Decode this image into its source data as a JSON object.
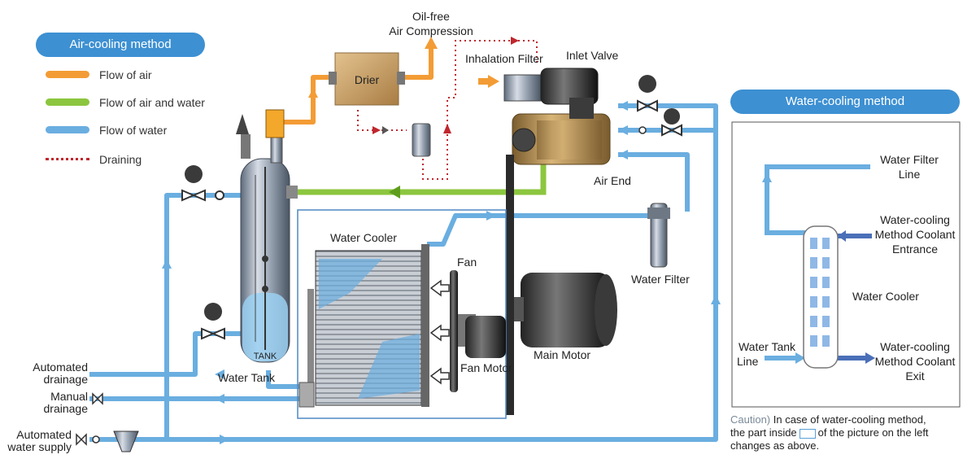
{
  "legend": {
    "title": "Air-cooling method",
    "items": [
      {
        "label": "Flow of air",
        "color": "#f39c35",
        "style": "solid"
      },
      {
        "label": "Flow of air and water",
        "color": "#8cc63f",
        "style": "solid"
      },
      {
        "label": "Flow of water",
        "color": "#6aaee0",
        "style": "solid"
      },
      {
        "label": "Draining",
        "color": "#c0262d",
        "style": "dotted"
      }
    ]
  },
  "labels": {
    "oil_free": "Oil-free",
    "air_compression": "Air Compression",
    "inhalation_filter": "Inhalation Filter",
    "inlet_valve": "Inlet Valve",
    "drier": "Drier",
    "air_end": "Air End",
    "water_cooler": "Water Cooler",
    "fan": "Fan",
    "fan_motor": "Fan Motor",
    "main_motor": "Main Motor",
    "water_filter": "Water Filter",
    "water_tank": "Water Tank",
    "tank": "TANK",
    "automated_drainage_1": "Automated",
    "automated_drainage_2": "drainage",
    "manual_drainage_1": "Manual",
    "manual_drainage_2": "drainage",
    "automated_supply_1": "Automated",
    "automated_supply_2": "water supply"
  },
  "water_cooling_panel": {
    "title": "Water-cooling method",
    "water_filter_line_1": "Water Filter",
    "water_filter_line_2": "Line",
    "coolant_entrance_1": "Water-cooling",
    "coolant_entrance_2": "Method Coolant",
    "coolant_entrance_3": "Entrance",
    "water_cooler": "Water Cooler",
    "water_tank_line_1": "Water Tank",
    "water_tank_line_2": "Line",
    "coolant_exit_1": "Water-cooling",
    "coolant_exit_2": "Method Coolant",
    "coolant_exit_3": "Exit"
  },
  "caution": {
    "prefix": "Caution)",
    "text_1": " In case of water-cooling method,",
    "text_2a": "the part inside",
    "text_2b": "of the picture on the left",
    "text_3": "changes as above."
  },
  "colors": {
    "air": "#f39c35",
    "air_water": "#8cc63f",
    "water": "#6aaee0",
    "drain": "#c0262d",
    "pill": "#3d90d2"
  }
}
